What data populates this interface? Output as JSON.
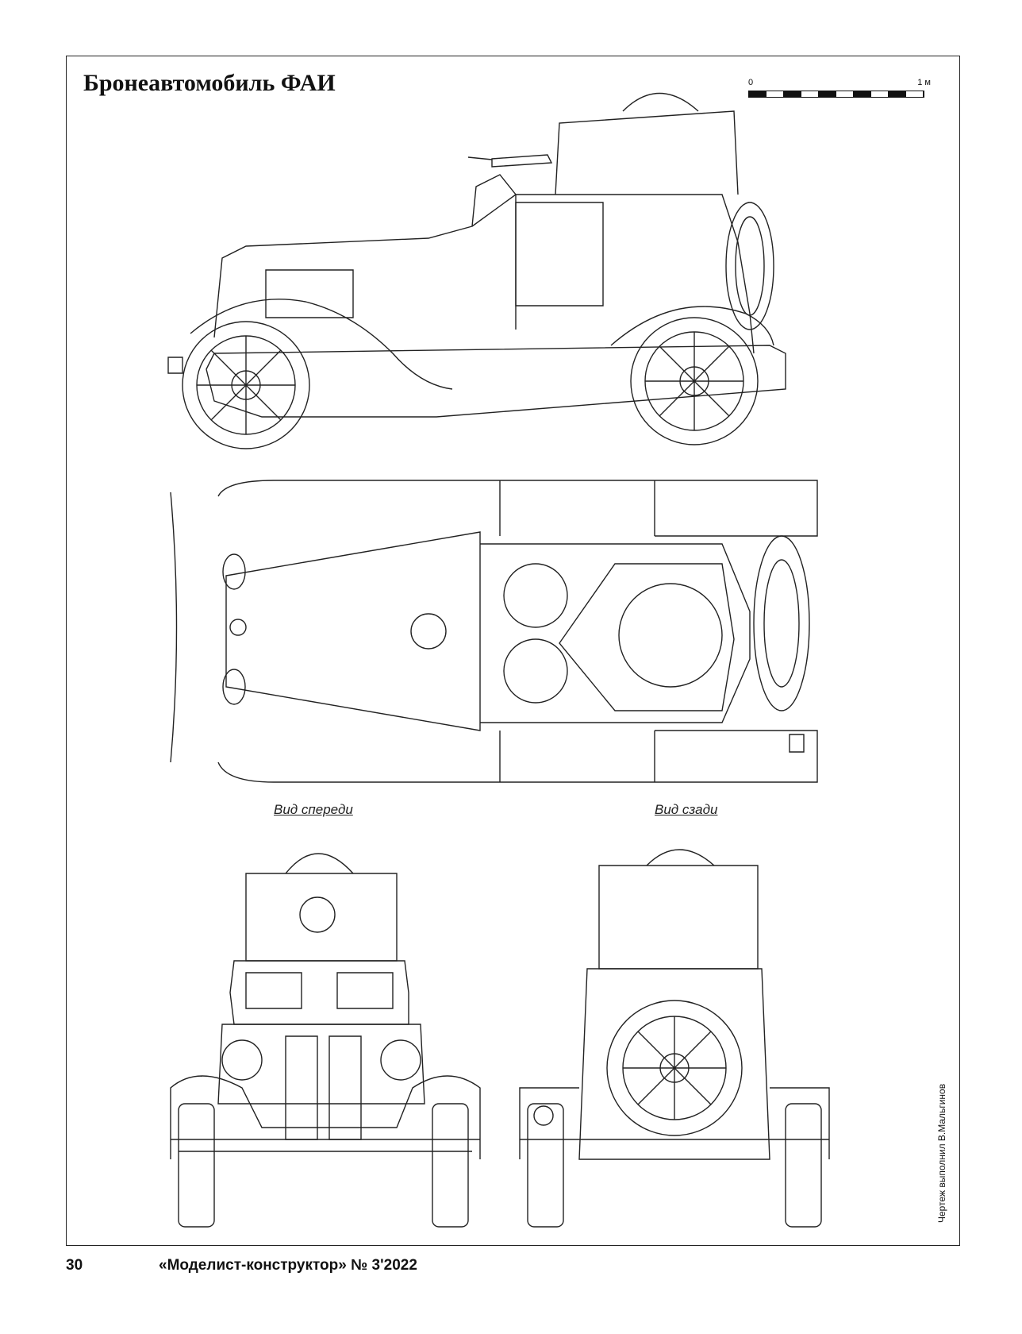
{
  "title": "Бронеавтомобиль ФАИ",
  "scale": {
    "start": "0",
    "end": "1 м"
  },
  "views": {
    "front_label": "Вид спереди",
    "rear_label": "Вид сзади"
  },
  "credit": "Чертеж выполнил В.Мальгинов",
  "footer": {
    "page_number": "30",
    "magazine": "«Моделист-конструктор» № 3'2022"
  }
}
